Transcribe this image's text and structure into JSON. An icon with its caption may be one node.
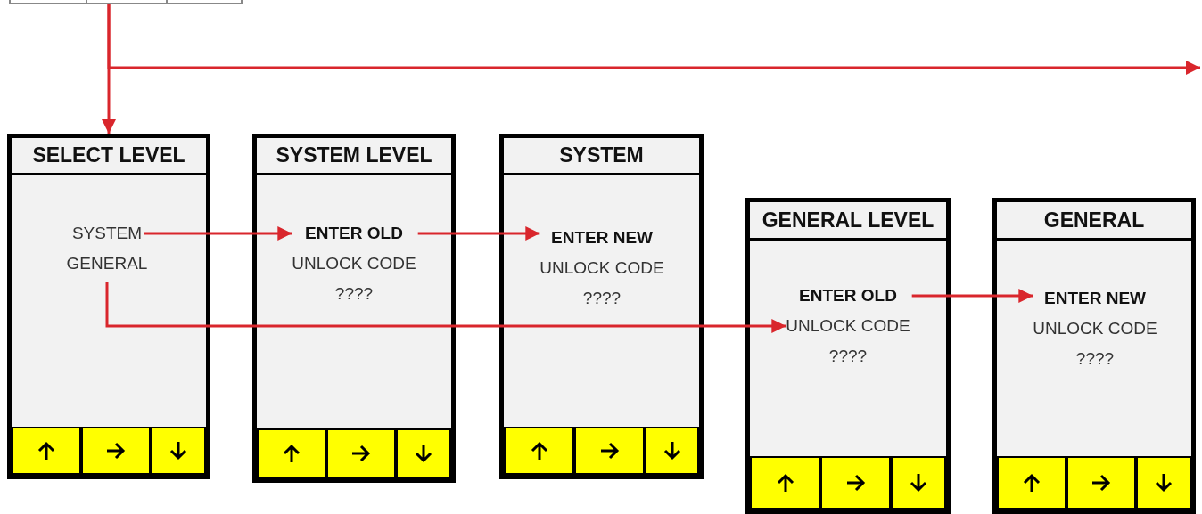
{
  "diagram": {
    "nodes": [
      {
        "text": [],
        "shape": "box"
      },
      {
        "text": [
          "SELECT LEVEL"
        ]
      },
      {
        "text": [
          "SYSTEM"
        ],
        "in": 1
      },
      {
        "text": [
          "GENERAL"
        ],
        "in": 1
      },
      {
        "text": [
          "SYSTEM LEVEL"
        ]
      },
      {
        "text": [
          "ENTER OLD",
          "UNLOCK CODE",
          "????"
        ],
        "in": 4
      },
      {
        "text": [
          "SYSTEM"
        ]
      },
      {
        "text": [
          "ENTER NEW",
          "UNLOCK CODE",
          "????"
        ],
        "in": 6
      },
      {
        "text": [
          "GENERAL LEVEL"
        ]
      },
      {
        "text": [
          "ENTER OLD",
          "UNLOCK CODE",
          "????"
        ],
        "in": 8
      },
      {
        "text": [
          "GENERAL"
        ]
      },
      {
        "text": [
          "ENTER NEW",
          "UNLOCK CODE",
          "????"
        ],
        "in": 10
      }
    ],
    "edges": [
      {
        "from": 0,
        "to": 1,
        "arrow": "to"
      },
      {
        "from": 0,
        "to": null,
        "arrow": "to"
      },
      {
        "from": 2,
        "to": 5,
        "arrow": "to"
      },
      {
        "from": 5,
        "to": 7,
        "arrow": "to"
      },
      {
        "from": 3,
        "to": 9,
        "arrow": "to"
      },
      {
        "from": 9,
        "to": 11,
        "arrow": "to"
      }
    ]
  }
}
